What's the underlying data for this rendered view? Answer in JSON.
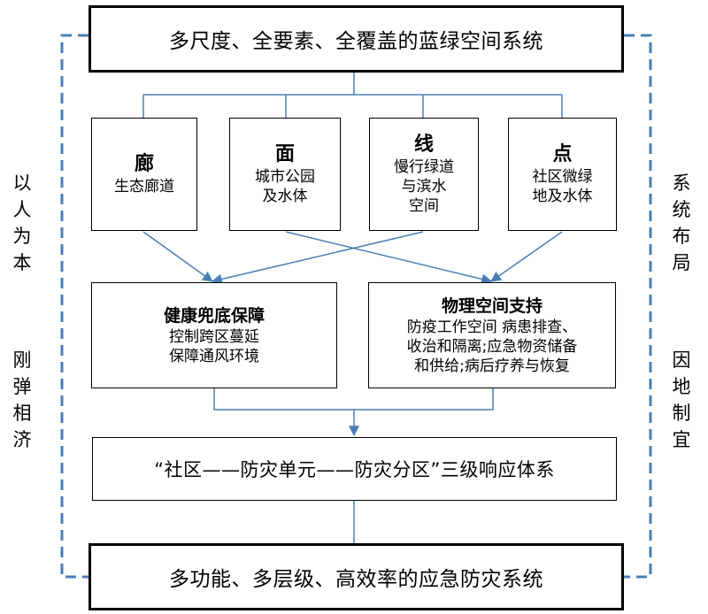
{
  "top_box": {
    "title": "多尺度、全要素、全覆盖的蓝绿空间系统"
  },
  "elements": [
    {
      "title": "廊",
      "desc": "生态廊道"
    },
    {
      "title": "面",
      "desc": "城市公园\n及水体"
    },
    {
      "title": "线",
      "desc": "慢行绿道\n与滨水\n空间"
    },
    {
      "title": "点",
      "desc": "社区微绿\n地及水体"
    }
  ],
  "middle": [
    {
      "title": "健康兜底保障",
      "desc": "控制跨区蔓延\n保障通风环境"
    },
    {
      "title": "物理空间支持",
      "desc": "防疫工作空间  病患排查、\n收治和隔离;应急物资储备\n和供给;病后疗养与恢复"
    }
  ],
  "response_box": {
    "title": "“社区——防灾单元——防灾分区”三级响应体系"
  },
  "bottom_box": {
    "title": "多功能、多层级、高效率的应急防灾系统"
  },
  "side_labels": {
    "left_top": "以人为本",
    "left_bottom": "刚弹相济",
    "right_top": "系统布局",
    "right_bottom": "因地制宜"
  },
  "colors": {
    "connector": "#4a7fb5",
    "border": "#000000",
    "background": "#ffffff"
  }
}
